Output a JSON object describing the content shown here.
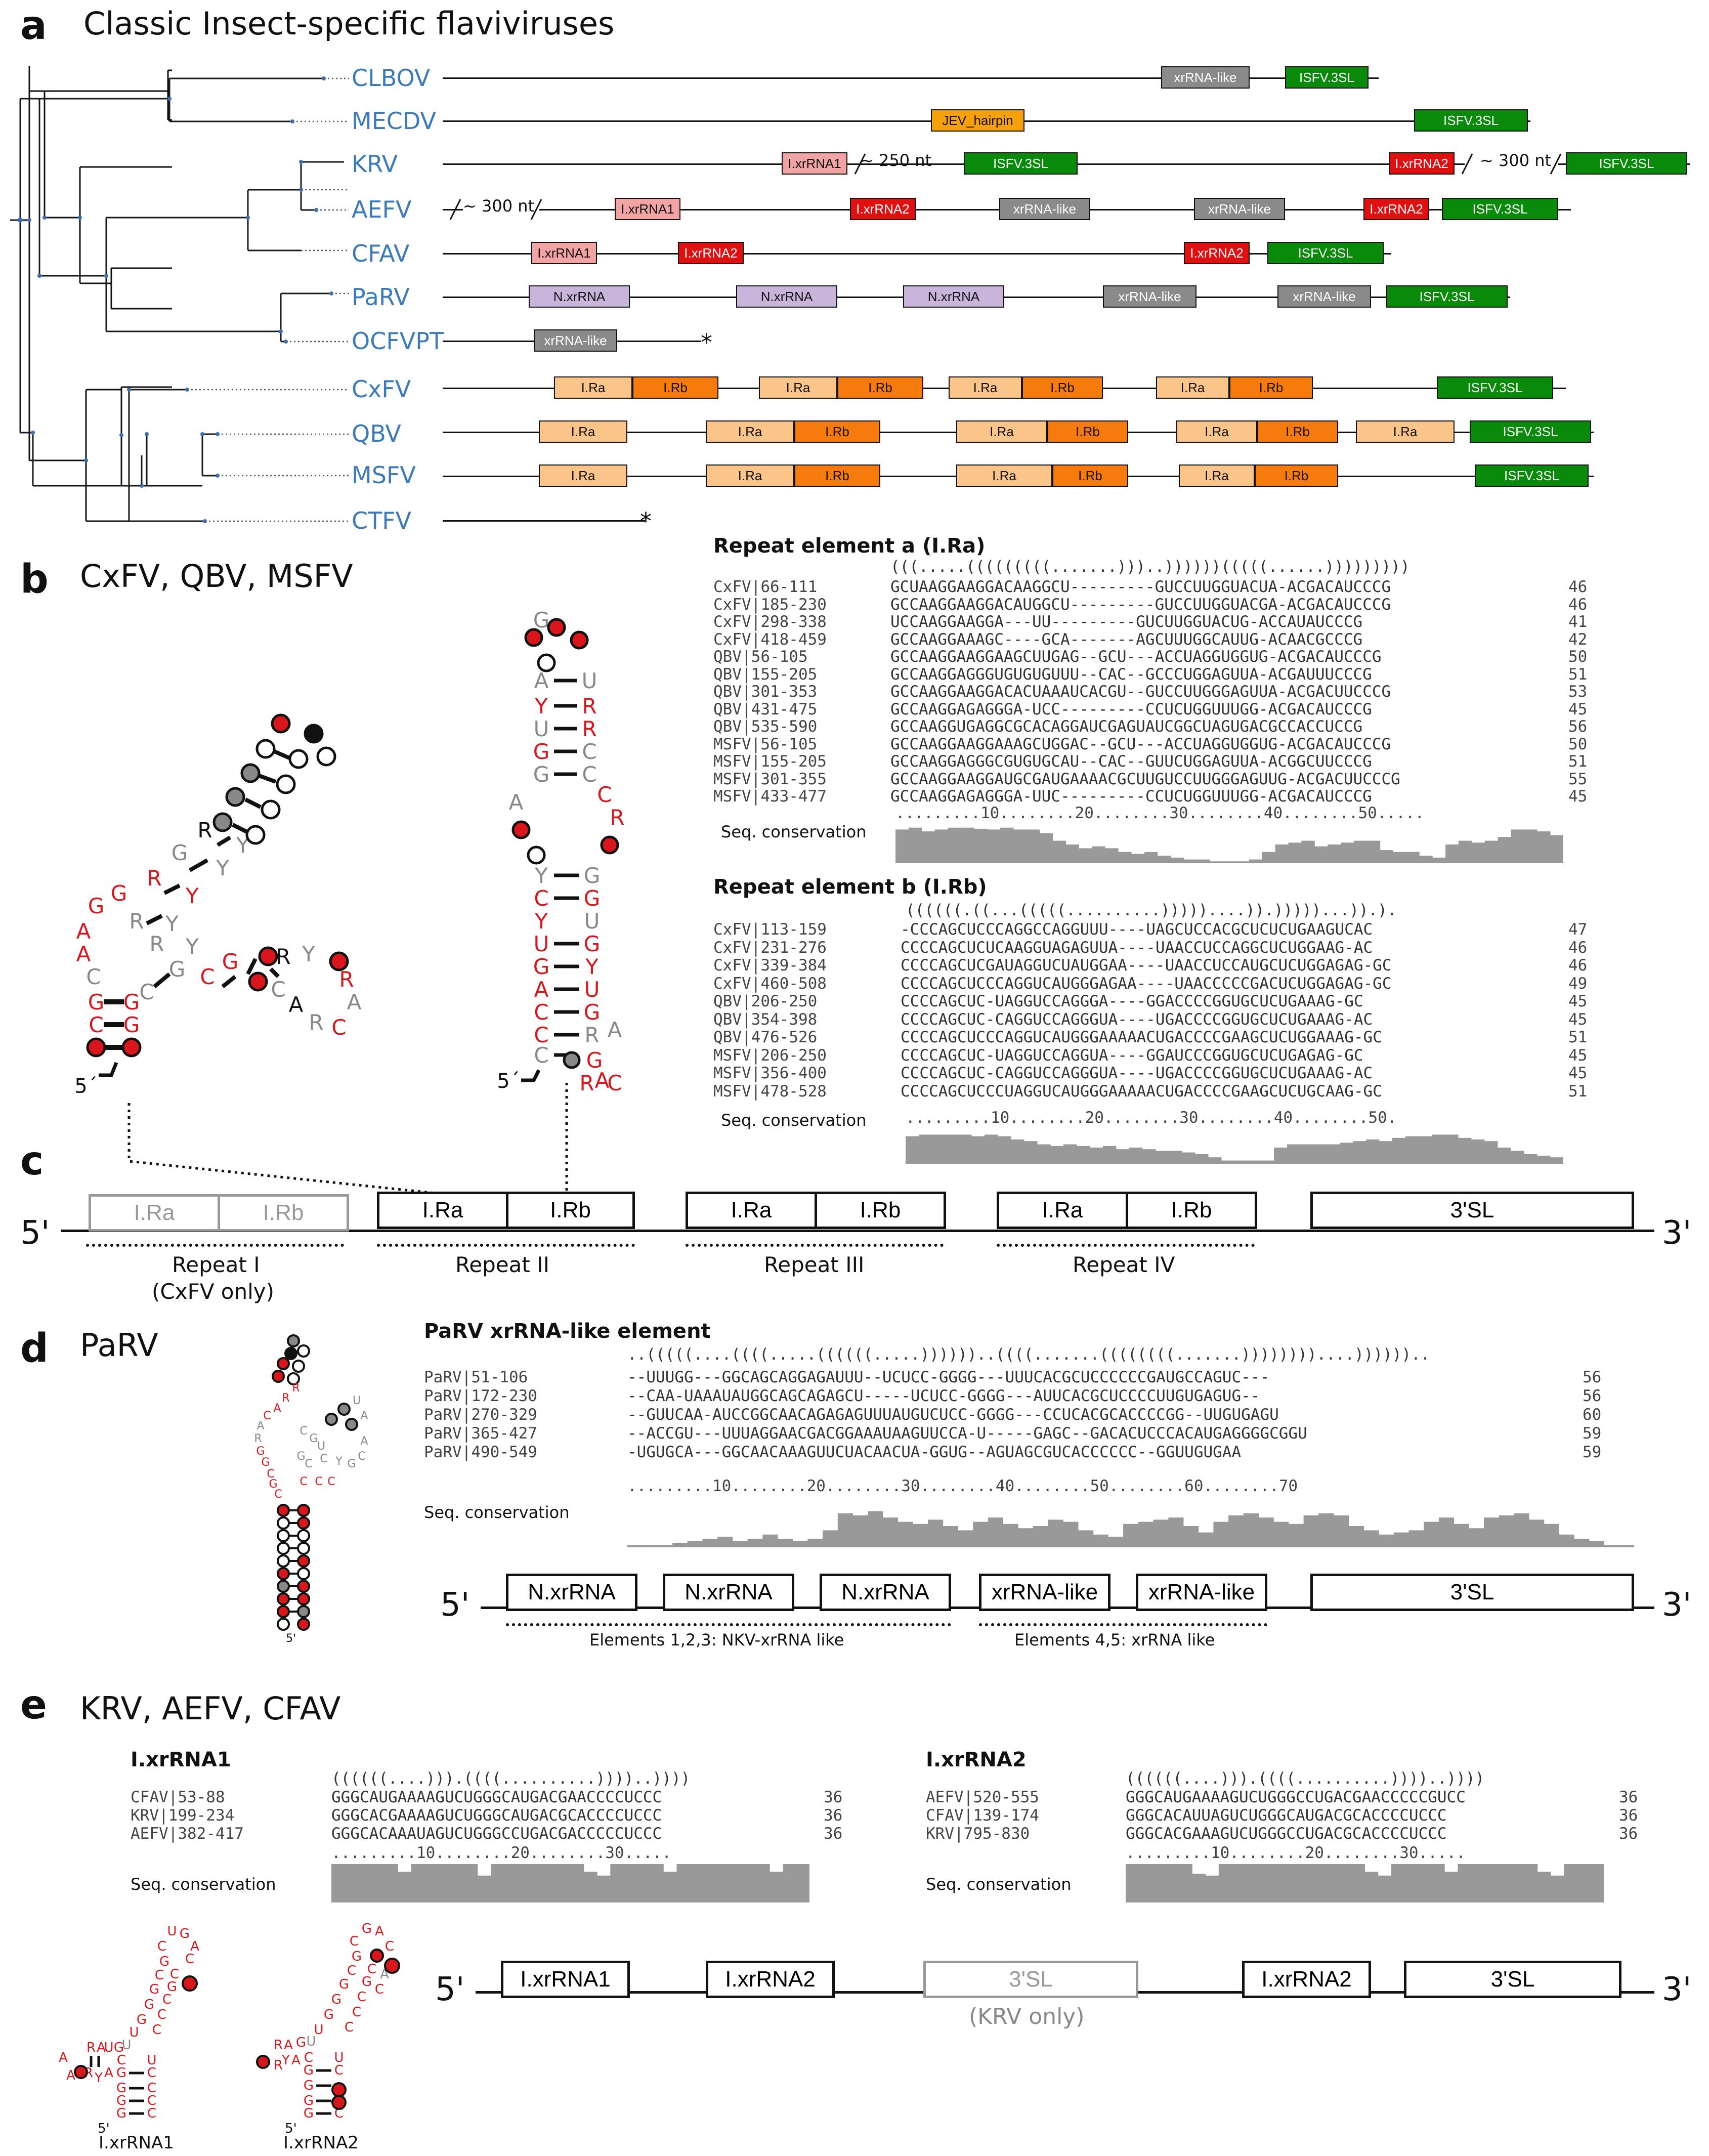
{
  "panelA": {
    "label": "a",
    "title": "Classic Insect-specific flaviviruses",
    "taxa": [
      "CLBOV",
      "MECDV",
      "KRV",
      "AEFV",
      "CFAV",
      "PaRV",
      "OCFVPT",
      "CxFV",
      "QBV",
      "MSFV",
      "CTFV"
    ],
    "elements": {
      "xrrna_like": "xrRNA-like",
      "isfv_3sl": "ISFV.3SL",
      "jev_hairpin": "JEV_hairpin",
      "i_xrrna1": "I.xrRNA1",
      "i_xrrna2": "I.xrRNA2",
      "n_xrrna": "N.xrRNA",
      "i_ra": "I.Ra",
      "i_rb": "I.Rb"
    },
    "gaps": {
      "g250": "~ 250 nt",
      "g300": "~ 300 nt"
    },
    "asterisk": "*",
    "colors": {
      "gray": "#8a8a8a",
      "green": "#0a8a0a",
      "orange": "#f5a10e",
      "pink": "#f2a3a3",
      "red": "#e01010",
      "lavender": "#c9b4dc",
      "ltorange": "#fbc58a",
      "dkorange": "#f77a0c",
      "taxon": "#3d7ab8"
    }
  },
  "panelB": {
    "label": "b",
    "title": "CxFV, QBV, MSFV",
    "alnA": {
      "title": "Repeat element a (I.Ra)",
      "structure": "(((.....(((((((((.......)))..))))))(((((......)))))))))",
      "rows": [
        {
          "name": "CxFV|66-111",
          "seq": "GCUAAGGAAGGACAAGGCU---------GUCCUUGGUACUA-ACGACAUCCCG",
          "len": "46"
        },
        {
          "name": "CxFV|185-230",
          "seq": "GCCAAGGAAGGACAUGGCU---------GUCCUUGGUACGA-ACGACAUCCCG",
          "len": "46"
        },
        {
          "name": "CxFV|298-338",
          "seq": "UCCAAGGAAGGA---UU---------GUCUUGGUACUG-ACCAUAUCCCG",
          "len": "41"
        },
        {
          "name": "CxFV|418-459",
          "seq": "GCCAAGGAAAGC----GCA-------AGCUUUGGCAUUG-ACAACGCCCG",
          "len": "42"
        },
        {
          "name": "QBV|56-105",
          "seq": "GCCAAGGAAGGAAGCUUGAG--GCU---ACCUAGGUGGUG-ACGACAUCCCG",
          "len": "50"
        },
        {
          "name": "QBV|155-205",
          "seq": "GCCAAGGAGGGUGUGUGUUU--CAC--GCCCUGGAGUUA-ACGAUUUCCCG",
          "len": "51"
        },
        {
          "name": "QBV|301-353",
          "seq": "GCCAAGGAAGGACACUAAAUCACGU--GUCCUUGGGAGUUA-ACGACUUCCCG",
          "len": "53"
        },
        {
          "name": "QBV|431-475",
          "seq": "GCCAAGGAGAGGGA-UCC---------CCUCUGGUUUGG-ACGACAUCCCG",
          "len": "45"
        },
        {
          "name": "QBV|535-590",
          "seq": "GCCAAGGUGAGGCGCACAGGAUCGAGUAUCGGCUAGUGACGCCACCUCCG",
          "len": "56"
        },
        {
          "name": "MSFV|56-105",
          "seq": "GCCAAGGAAGGAAAGCUGGAC--GCU---ACCUAGGUGGUG-ACGACAUCCCG",
          "len": "50"
        },
        {
          "name": "MSFV|155-205",
          "seq": "GCCAAGGAGGGCGUGUGCAU--CAC--GUUCUGGAGUUA-ACGGCUUCCCG",
          "len": "51"
        },
        {
          "name": "MSFV|301-355",
          "seq": "GCCAAGGAAGGAUGCGAUGAAAACGCUUGUCCUUGGGAGUUG-ACGACUUCCCG",
          "len": "55"
        },
        {
          "name": "MSFV|433-477",
          "seq": "GCCAAGGAGAGGGA-UUC---------CCUCUGGUUUGG-ACGACAUCCCG",
          "len": "45"
        }
      ],
      "ruler": ".........10........20........30........40........50.....",
      "cons_label": "Seq. conservation",
      "conservation": [
        0.9,
        0.95,
        0.85,
        0.9,
        0.95,
        0.95,
        0.92,
        0.9,
        0.95,
        0.9,
        0.9,
        0.8,
        0.6,
        0.5,
        0.4,
        0.45,
        0.4,
        0.3,
        0.25,
        0.3,
        0.2,
        0.15,
        0.1,
        0.1,
        0.05,
        0.05,
        0.05,
        0.1,
        0.3,
        0.5,
        0.55,
        0.6,
        0.45,
        0.5,
        0.55,
        0.6,
        0.6,
        0.35,
        0.3,
        0.3,
        0.2,
        0.15,
        0.5,
        0.6,
        0.55,
        0.6,
        0.7,
        0.9,
        0.9,
        0.85,
        0.75
      ]
    },
    "alnB": {
      "title": "Repeat element b (I.Rb)",
      "structure": "((((((.((...(((((..........)))))....)).)))))...)).).",
      "rows": [
        {
          "name": "CxFV|113-159",
          "seq": "-CCCAGCUCCCAGGCCAGGUUU----UAGCUCCACGCUCUCUGAAGUCAC",
          "len": "47"
        },
        {
          "name": "CxFV|231-276",
          "seq": "CCCCAGCUCUCAAGGUAGAGUUA----UAACCUCCAGGCUCUGGAAG-AC",
          "len": "46"
        },
        {
          "name": "CxFV|339-384",
          "seq": "CCCCAGCUCGAUAGGUCUAUGGAA----UAACCUCCAUGCUCUGGAGAG-GC",
          "len": "46"
        },
        {
          "name": "CxFV|460-508",
          "seq": "CCCCAGCUCCCAGGUCAUGGGAGAA----UAACCCCCGACUCUGGAGAG-GC",
          "len": "49"
        },
        {
          "name": "QBV|206-250",
          "seq": "CCCCAGCUC-UAGGUCCAGGGA----GGACCCCGGUGCUCUGAAAG-GC",
          "len": "45"
        },
        {
          "name": "QBV|354-398",
          "seq": "CCCCAGCUC-CAGGUCCAGGGUA----UGACCCCGGUGCUCUGAAAG-AC",
          "len": "45"
        },
        {
          "name": "QBV|476-526",
          "seq": "CCCCAGCUCCCAGGUCAUGGGAAAAACUGACCCCGAAGCUCUGGAAAG-GC",
          "len": "51"
        },
        {
          "name": "MSFV|206-250",
          "seq": "CCCCAGCUC-UAGGUCCAGGUA----GGAUCCCGGUGCUCUGAGAG-GC",
          "len": "45"
        },
        {
          "name": "MSFV|356-400",
          "seq": "CCCCAGCUC-CAGGUCCAGGGUA----UGACCCCGGUGCUCUGAAAG-AC",
          "len": "45"
        },
        {
          "name": "MSFV|478-528",
          "seq": "CCCCAGCUCCCUAGGUCAUGGGAAAAACUGACCCCGAAGCUCUGCAAG-GC",
          "len": "51"
        }
      ],
      "ruler": ".........10........20........30........40........50.",
      "cons_label": "Seq. conservation",
      "conservation": [
        0.85,
        0.9,
        0.9,
        0.9,
        0.9,
        0.85,
        0.9,
        0.85,
        0.75,
        0.7,
        0.6,
        0.55,
        0.6,
        0.55,
        0.5,
        0.55,
        0.45,
        0.5,
        0.45,
        0.4,
        0.4,
        0.35,
        0.3,
        0.2,
        0.1,
        0.1,
        0.1,
        0.1,
        0.5,
        0.6,
        0.6,
        0.6,
        0.6,
        0.65,
        0.7,
        0.75,
        0.7,
        0.8,
        0.85,
        0.85,
        0.9,
        0.9,
        0.8,
        0.75,
        0.7,
        0.5,
        0.4,
        0.3,
        0.25,
        0.2
      ]
    },
    "structure_labels": {
      "five_prime": "5´"
    }
  },
  "panelC": {
    "label": "c",
    "five": "5'",
    "three": "3'",
    "boxes": [
      "I.Ra",
      "I.Rb",
      "I.Ra",
      "I.Rb",
      "I.Ra",
      "I.Rb",
      "I.Ra",
      "I.Rb",
      "3'SL"
    ],
    "repeats": [
      "Repeat I",
      "Repeat II",
      "Repeat III",
      "Repeat IV"
    ],
    "repeat1_sub": "(CxFV only)"
  },
  "panelD": {
    "label": "d",
    "title": "PaRV",
    "aln": {
      "title": "PaRV xrRNA-like element",
      "structure": "..(((((....((((.....((((((.....))))))..((((.......((((((((.......))))))))....))))))..",
      "rows": [
        {
          "name": "PaRV|51-106",
          "seq": "--UUUGG---GGCAGCAGGAGAUUU--UCUCC-GGGG---UUUCACGCUCCCCCCGAUGCCAGUC---",
          "len": "56"
        },
        {
          "name": "PaRV|172-230",
          "seq": "--CAA-UAAAUAUGGCAGCAGAGCU-----UCUCC-GGGG---AUUCACGCUCCCCUUGUGAGUG--",
          "len": "56"
        },
        {
          "name": "PaRV|270-329",
          "seq": "--GUUCAA-AUCCGGCAACAGAGAGUUUAUGUCUCC-GGGG---CCUCACGCACCCCGG--UUGUGAGU",
          "len": "60"
        },
        {
          "name": "PaRV|365-427",
          "seq": "--ACCGU---UUUAGGAACGACGGAAAUAAGUUCCA-U-----GAGC--GACACUCCCACAUGAGGGGCGGU",
          "len": "59"
        },
        {
          "name": "PaRV|490-549",
          "seq": "-UGUGCA---GGCAACAAAGUUCUACAACUA-GGUG--AGUAGCGUCACCCCCC--GGUUGUGAA",
          "len": "59"
        }
      ],
      "ruler": ".........10........20........30........40........50........60........70",
      "cons_label": "Seq. conservation",
      "conservation": [
        0.05,
        0.05,
        0.05,
        0.1,
        0.15,
        0.2,
        0.25,
        0.15,
        0.2,
        0.3,
        0.2,
        0.15,
        0.2,
        0.4,
        0.8,
        0.75,
        0.85,
        0.7,
        0.6,
        0.55,
        0.65,
        0.5,
        0.4,
        0.6,
        0.7,
        0.55,
        0.45,
        0.5,
        0.65,
        0.6,
        0.4,
        0.3,
        0.25,
        0.55,
        0.6,
        0.65,
        0.7,
        0.5,
        0.35,
        0.6,
        0.75,
        0.8,
        0.7,
        0.6,
        0.55,
        0.75,
        0.8,
        0.75,
        0.5,
        0.4,
        0.3,
        0.35,
        0.4,
        0.6,
        0.7,
        0.55,
        0.45,
        0.7,
        0.75,
        0.8,
        0.65,
        0.55,
        0.3,
        0.2,
        0.15,
        0.05,
        0.05
      ]
    },
    "five": "5'",
    "three": "3'",
    "boxes": [
      "N.xrRNA",
      "N.xrRNA",
      "N.xrRNA",
      "xrRNA-like",
      "xrRNA-like",
      "3'SL"
    ],
    "group1": "Elements 1,2,3: NKV-xrRNA like",
    "group2": "Elements 4,5: xrRNA like"
  },
  "panelE": {
    "label": "e",
    "title": "KRV, AEFV, CFAV",
    "aln1": {
      "title": "I.xrRNA1",
      "structure": "((((((....))).((((..........))))..))))",
      "rows": [
        {
          "name": "CFAV|53-88",
          "seq": "GGGCAUGAAAAGUCUGGGCAUGACGAACCCCUCCC",
          "len": "36"
        },
        {
          "name": "KRV|199-234",
          "seq": "GGGCACGAAAAGUCUGGGCAUGACGCACCCCUCCC",
          "len": "36"
        },
        {
          "name": "AEFV|382-417",
          "seq": "GGGCACAAAUAGUCUGGGCCUGACGACCCCCUCCC",
          "len": "36"
        }
      ],
      "ruler": ".........10........20........30.....",
      "cons_label": "Seq. conservation",
      "conservation": [
        1,
        1,
        1,
        1,
        1,
        0.8,
        1,
        1,
        1,
        1,
        1,
        0.7,
        1,
        1,
        1,
        1,
        1,
        1,
        1,
        0.8,
        0.7,
        1,
        1,
        1,
        1,
        0.8,
        1,
        1,
        1,
        1,
        1,
        1,
        1,
        0.8,
        1,
        1
      ]
    },
    "aln2": {
      "title": "I.xrRNA2",
      "structure": "((((((....))).((((..........))))..))))",
      "rows": [
        {
          "name": "AEFV|520-555",
          "seq": "GGGCAUGAAAAGUCUGGGCCUGACGAACCCCCGUCC",
          "len": "36"
        },
        {
          "name": "CFAV|139-174",
          "seq": "GGGCACAUUAGUCUGGGCAUGACGCACCCCUCCC",
          "len": "36"
        },
        {
          "name": "KRV|795-830",
          "seq": "GGGCACGAAAGUCUGGGCCUGACGCACCCCUCCC",
          "len": "36"
        }
      ],
      "ruler": ".........10........20........30.....",
      "cons_label": "Seq. conservation",
      "conservation": [
        1,
        1,
        1,
        1,
        1,
        0.75,
        0.7,
        1,
        1,
        1,
        1,
        1,
        1,
        1,
        1,
        1,
        1,
        1,
        0.8,
        0.7,
        1,
        1,
        1,
        1,
        0.8,
        1,
        1,
        1,
        1,
        1,
        1,
        0.8,
        0.7,
        1,
        1,
        1
      ]
    },
    "five": "5'",
    "three": "3'",
    "boxes": [
      "I.xrRNA1",
      "I.xrRNA2",
      "3'SL",
      "I.xrRNA2",
      "3'SL"
    ],
    "krv_only": "(KRV only)",
    "struct_labels": [
      "I.xrRNA1",
      "I.xrRNA2"
    ],
    "five_small": "5'"
  }
}
